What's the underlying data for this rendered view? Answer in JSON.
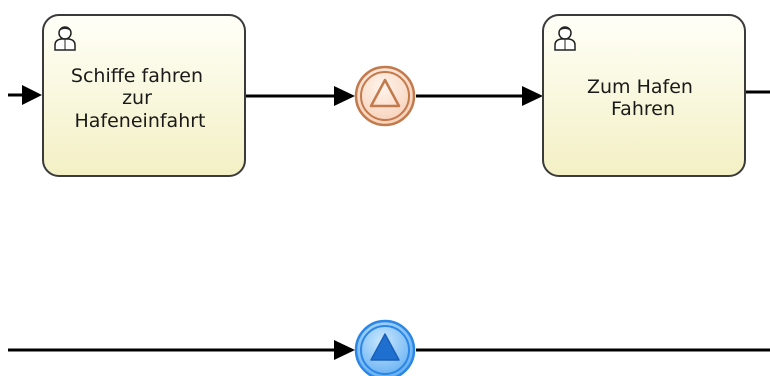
{
  "tasks": [
    {
      "id": "task1",
      "kind": "user-task",
      "label_lines": [
        "Schiffe fahren",
        "zur",
        "Hafeneinfahrt"
      ]
    },
    {
      "id": "task2",
      "kind": "user-task",
      "label_lines": [
        "Zum Hafen",
        "Fahren"
      ]
    }
  ],
  "events": [
    {
      "id": "event1",
      "kind": "intermediate-throw-signal",
      "marker": "triangle"
    },
    {
      "id": "event2",
      "kind": "intermediate-catch-signal",
      "marker": "triangle"
    }
  ],
  "colors": {
    "task_fill_top": "#fefef4",
    "task_fill_bottom": "#f5f2c8",
    "task_stroke": "#3a3a3a",
    "event1_outer": "#c8763f",
    "event1_fill": "#fbe2d2",
    "event2_outer": "#1e7be0",
    "event2_fill": "#7fc4ff",
    "flow": "#000000"
  }
}
